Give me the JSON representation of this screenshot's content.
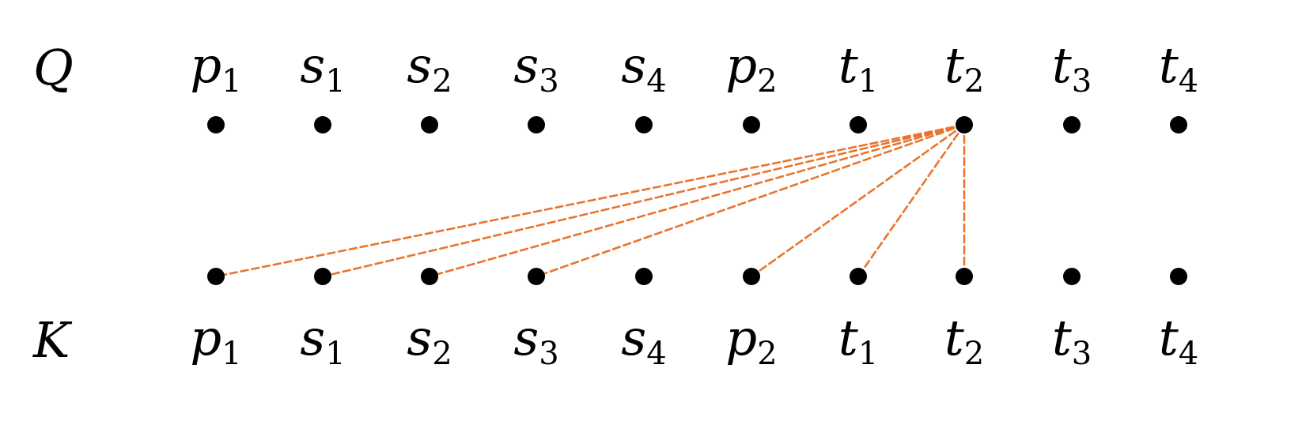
{
  "query_label": "Q",
  "key_label": "K",
  "tokens": [
    {
      "base": "p",
      "sub": "1"
    },
    {
      "base": "s",
      "sub": "1"
    },
    {
      "base": "s",
      "sub": "2"
    },
    {
      "base": "s",
      "sub": "3"
    },
    {
      "base": "s",
      "sub": "4"
    },
    {
      "base": "p",
      "sub": "2"
    },
    {
      "base": "t",
      "sub": "1"
    },
    {
      "base": "t",
      "sub": "2"
    },
    {
      "base": "t",
      "sub": "3"
    },
    {
      "base": "t",
      "sub": "4"
    }
  ],
  "attention": {
    "query_index": 7,
    "key_indices": [
      0,
      1,
      2,
      3,
      5,
      6,
      7
    ]
  },
  "colors": {
    "edge": "#e8752e",
    "node": "#000000"
  }
}
